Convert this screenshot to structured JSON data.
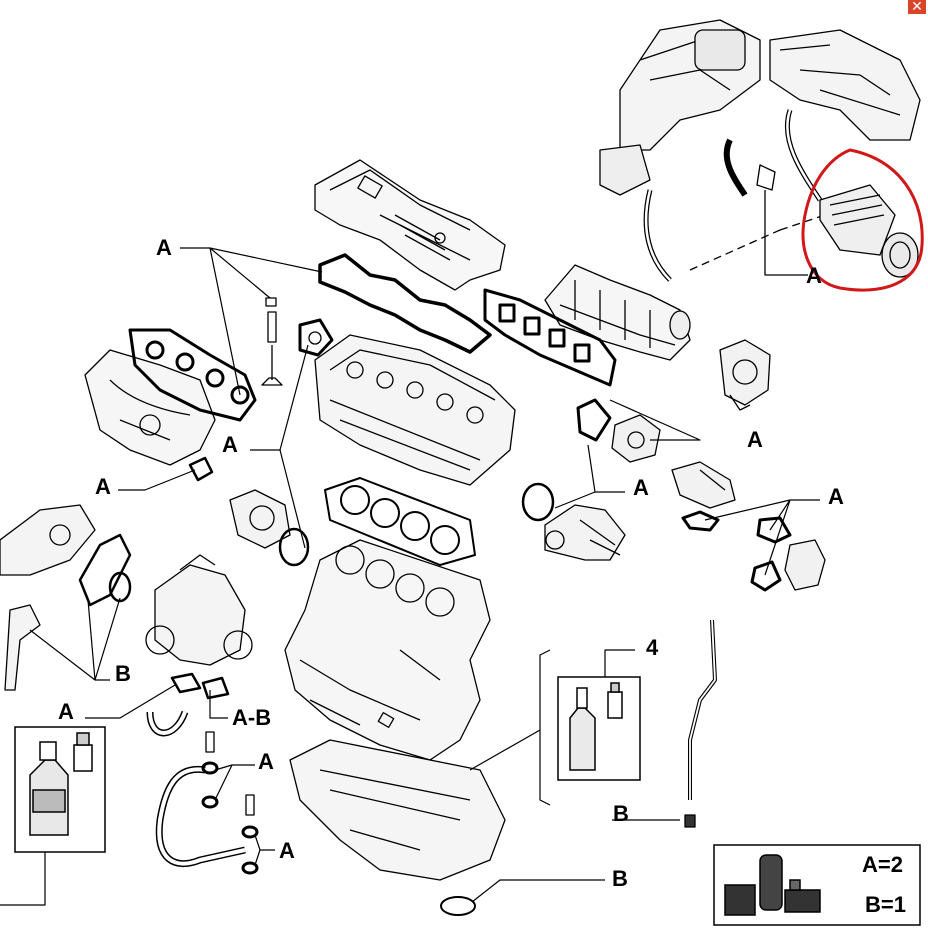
{
  "window": {
    "close_label": "✕"
  },
  "callouts": {
    "a_topright": "A",
    "a_valve_cover": "A",
    "a_intake_manifold": "A",
    "a_exhaust_left": "A",
    "a_exhaust_stud": "A",
    "a_thermostat": "A",
    "a_egr_right": "A",
    "a_turbo": "A",
    "a_b_turbo": "A-B",
    "a_pipe_upper": "A",
    "a_pipe_lower": "A",
    "b_left_cover": "B",
    "b_dipstick": "B",
    "b_oring_bottom": "B",
    "kit_number": "4"
  },
  "legend": {
    "a_qty": "A=2",
    "b_qty": "B=1"
  },
  "highlight_color": "#d01818",
  "icons": [
    "close-icon",
    "sealant-tube-icon",
    "sealant-bottle-icon",
    "gasket-kit-icon"
  ]
}
